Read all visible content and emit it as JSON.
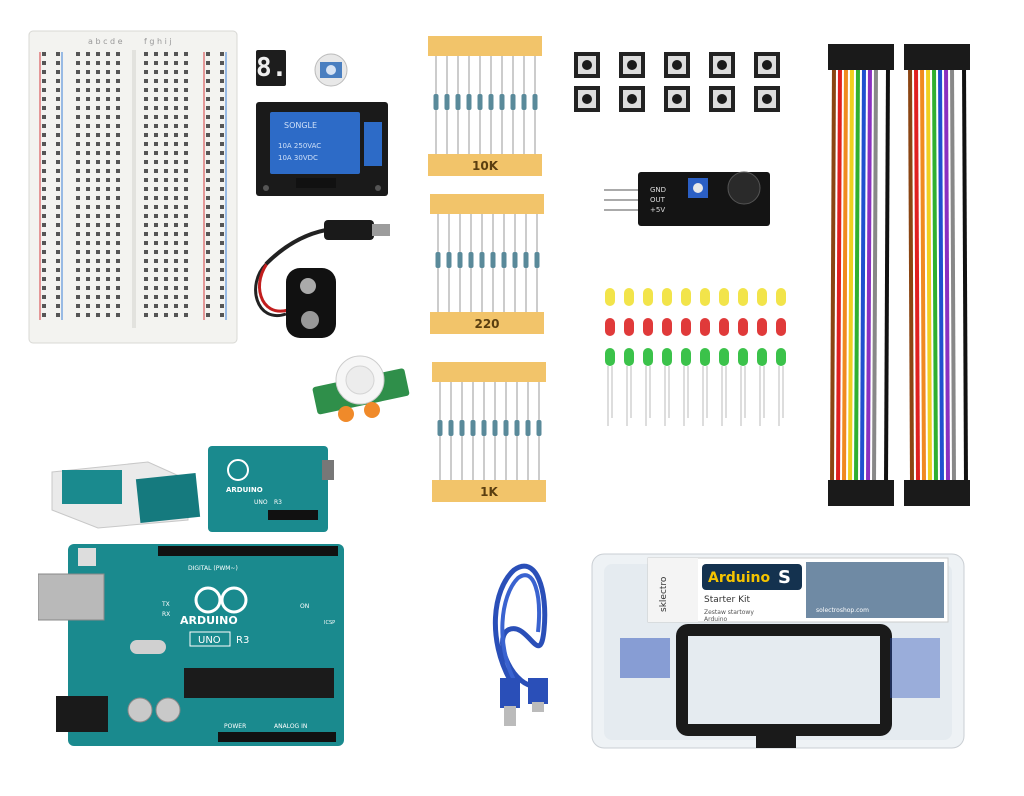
{
  "resistor_labels": {
    "r10k": "10K",
    "r220": "220",
    "r1k": "1K"
  },
  "uno_board": {
    "brand": "ARDUINO",
    "model": "UNO",
    "rev": "R3",
    "digital": "DIGITAL (PWM~)",
    "analog": "ANALOG IN",
    "power": "POWER",
    "on": "ON",
    "tx": "TX",
    "rx": "RX",
    "icsp": "ICSP"
  },
  "small_board": {
    "brand": "ARDUINO",
    "model": "UNO",
    "rev": "R3"
  },
  "kit_box": {
    "brand_vertical": "sklectro",
    "title": "Arduino",
    "title_suffix": "S",
    "subtitle": "Starter Kit",
    "desc_line1": "Zestaw startowy",
    "desc_line2": "Arduino",
    "url": "solectroshop.com"
  },
  "sound_sensor": {
    "pin1": "GND",
    "pin2": "OUT",
    "pin3": "+5V"
  },
  "relay": {
    "label": "SONGLE",
    "spec1": "10A 250VAC",
    "spec2": "10A 30VDC"
  },
  "seven_segment": {
    "digit": "8."
  },
  "breadboard": {
    "cols_top": "a b c d e",
    "cols_top2": "f g h i j"
  },
  "colors": {
    "board_teal": "#1a8a8e",
    "resistor_tape": "#f2c46a",
    "led_yellow": "#f2e44a",
    "led_red": "#e03a3a",
    "led_green": "#3bc24a",
    "cable_blue": "#2a4fb8"
  }
}
